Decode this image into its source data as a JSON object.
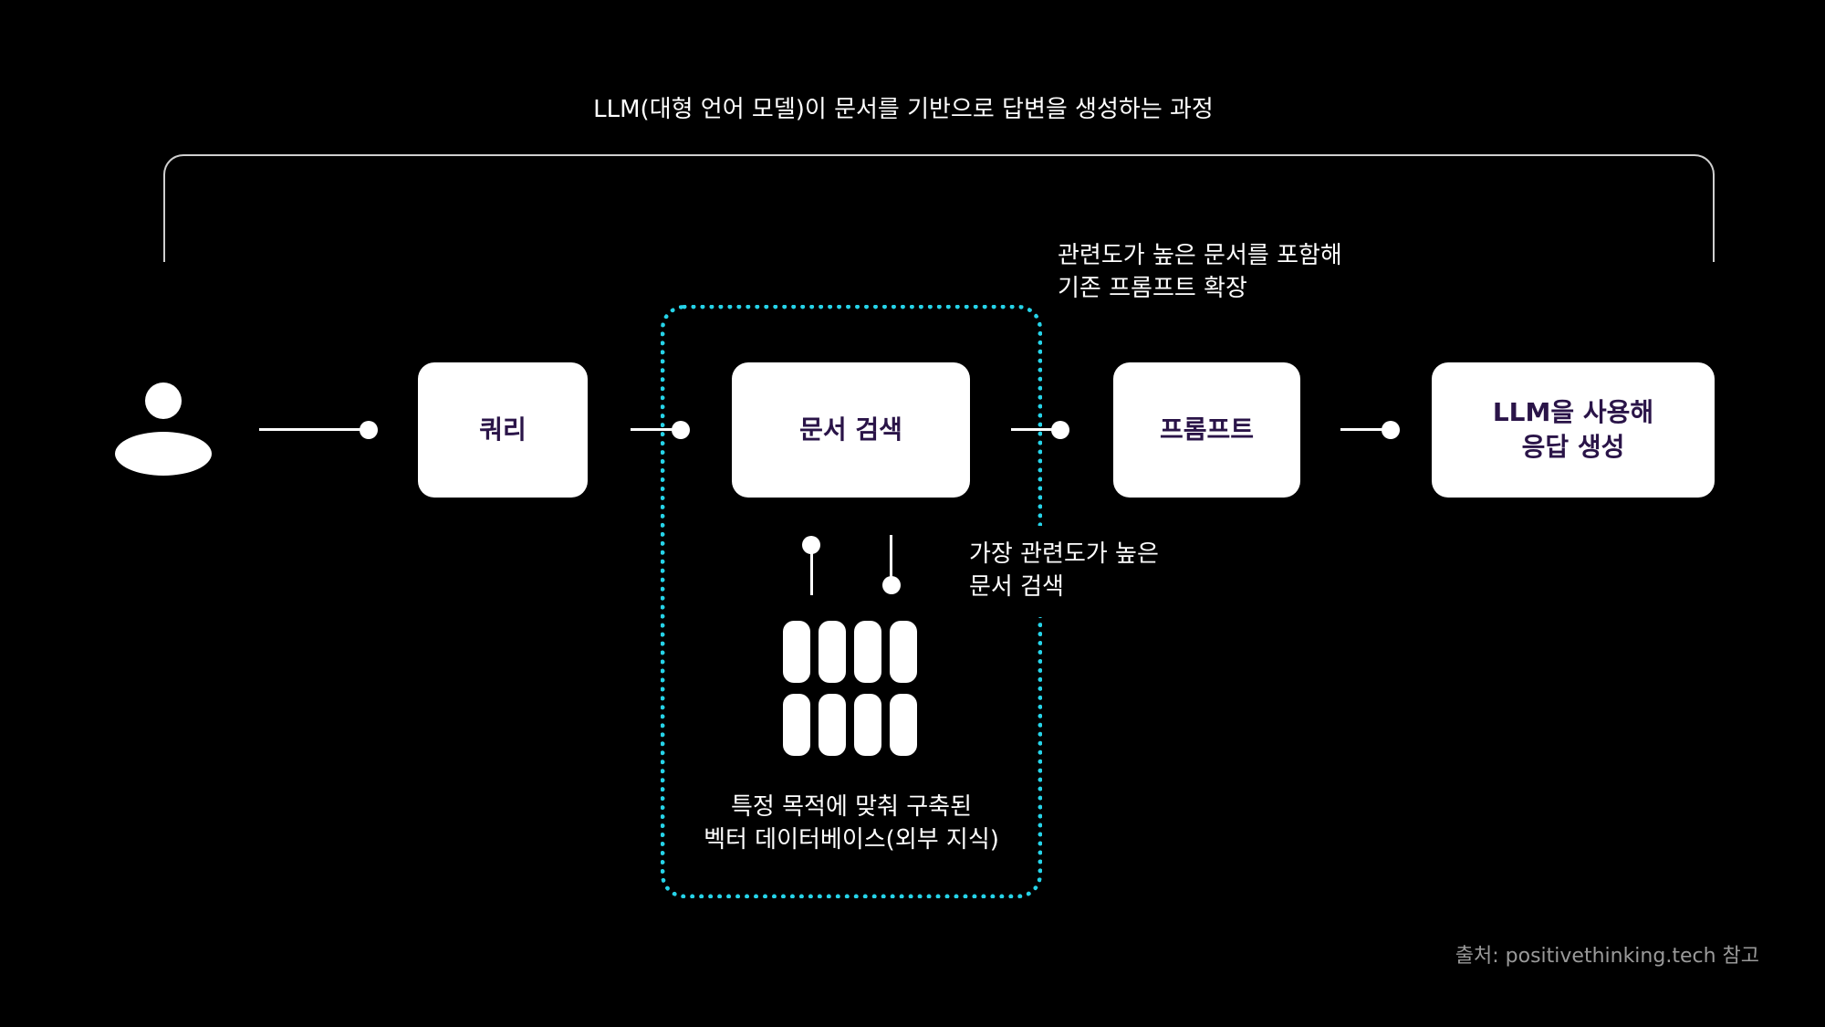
{
  "title": "LLM(대형 언어 모델)이 문서를 기반으로 답변을 생성하는 과정",
  "nodes": {
    "query": "쿼리",
    "doc_search": "문서 검색",
    "prompt": "프롬프트",
    "llm_line1": "LLM을 사용해",
    "llm_line2": "응답 생성"
  },
  "annotations": {
    "expand_line1": "관련도가 높은 문서를 포함해",
    "expand_line2": "기존 프롬프트 확장",
    "search_line1": "가장 관련도가 높은",
    "search_line2": "문서 검색",
    "db_line1": "특정 목적에 맞춰 구축된",
    "db_line2": "벡터 데이터베이스(외부 지식)"
  },
  "source": "출처: positivethinking.tech 참고",
  "colors": {
    "background": "#000000",
    "box_text": "#2a1448",
    "dotted_border": "#26d3e8",
    "source_text": "#9a9a9a"
  },
  "icons": {
    "user": "person-icon",
    "database": "database-icon"
  }
}
